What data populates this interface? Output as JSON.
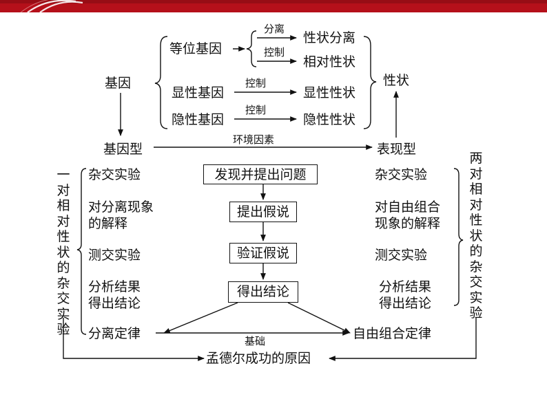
{
  "colors": {
    "banner_red": "#b5101a",
    "banner_dark": "#7a0a10",
    "line": "#111111"
  },
  "gene": {
    "label": "基因",
    "allele": "等位基因",
    "separate": "分离",
    "control": "控制",
    "trait_separation": "性状分离",
    "relative_traits": "相对性状",
    "dominant_gene": "显性基因",
    "dominant_control": "控制",
    "dominant_trait": "显性性状",
    "recessive_gene": "隐性基因",
    "recessive_control": "控制",
    "recessive_trait": "隐性性状",
    "trait": "性状"
  },
  "genotype_row": {
    "genotype": "基因型",
    "environment": "环境因素",
    "phenotype": "表现型"
  },
  "left_panel": {
    "title": "一对相对性状的杂交实验",
    "items": [
      "杂交实验",
      "对分离现象",
      "的解释",
      "测交实验",
      "分析结果",
      "得出结论",
      "分离定律"
    ]
  },
  "right_panel": {
    "title": "两对相对性状的杂交实验",
    "items": [
      "杂交实验",
      "对自由组合",
      "现象的解释",
      "测交实验",
      "分析结果",
      "得出结论",
      "自由组合定律"
    ]
  },
  "steps": [
    "发现并提出问题",
    "提出假说",
    "验证假说",
    "得出结论"
  ],
  "bottom": {
    "basis": "基础",
    "reason": "孟德尔成功的原因"
  }
}
